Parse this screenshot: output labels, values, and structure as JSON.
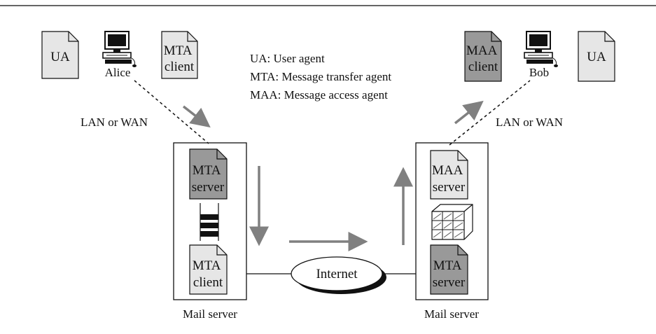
{
  "colors": {
    "doc_light": "#e6e6e6",
    "doc_dark": "#999999",
    "arrow": "#808080",
    "line": "#111111"
  },
  "sender": {
    "ua_label": "UA",
    "user_label": "Alice",
    "mta_client_label": [
      "MTA",
      "client"
    ],
    "link_label": "LAN or WAN"
  },
  "receiver": {
    "maa_client_label": [
      "MAA",
      "client"
    ],
    "user_label": "Bob",
    "ua_label": "UA",
    "link_label": "LAN or WAN"
  },
  "legend": [
    "UA: User agent",
    "MTA: Message transfer agent",
    "MAA: Message access agent"
  ],
  "sender_server": {
    "mta_server_label": [
      "MTA",
      "server"
    ],
    "mta_client_label": [
      "MTA",
      "client"
    ],
    "caption": "Mail server"
  },
  "receiver_server": {
    "maa_server_label": [
      "MAA",
      "server"
    ],
    "mta_server_label": [
      "MTA",
      "server"
    ],
    "caption": "Mail server"
  },
  "internet_label": "Internet",
  "icons": [
    "computer-icon",
    "queue-icon",
    "mailbox-icon",
    "document-icon"
  ]
}
